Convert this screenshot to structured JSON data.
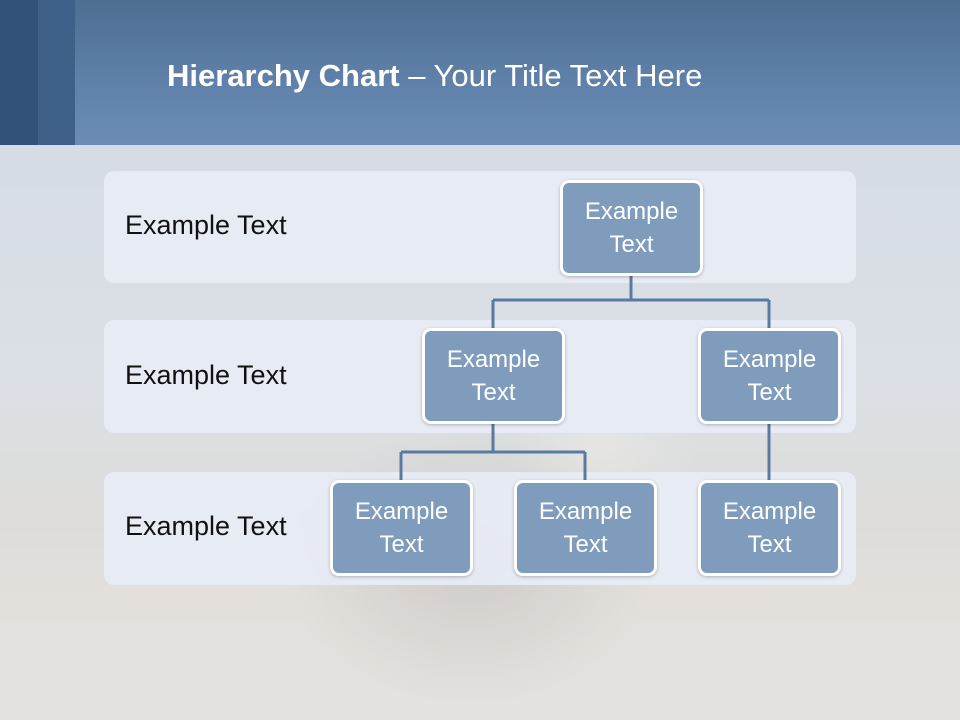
{
  "slide": {
    "title_bold": "Hierarchy Chart",
    "title_separator": "–",
    "title_rest": "Your Title Text Here"
  },
  "rows": [
    {
      "label": "Example Text"
    },
    {
      "label": "Example Text"
    },
    {
      "label": "Example Text"
    }
  ],
  "nodes": {
    "root": "Example Text",
    "level2_left": "Example Text",
    "level2_right": "Example Text",
    "level3_a": "Example Text",
    "level3_b": "Example Text",
    "level3_c": "Example Text"
  },
  "colors": {
    "header": "#5f80a8",
    "node_fill": "#7f9cbd",
    "node_border": "#ffffff",
    "row_fill": "#e7ecf5",
    "connector": "#5a7aa0"
  }
}
